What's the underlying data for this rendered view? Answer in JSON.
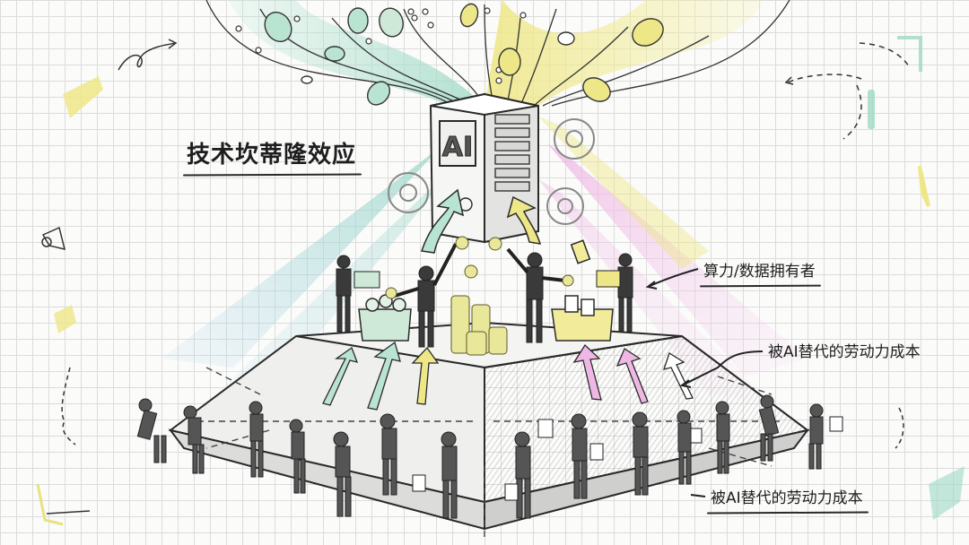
{
  "illustration": {
    "title": "技术坎蒂隆效应",
    "labels": {
      "compute_data_owners": "算力/数据拥有者",
      "replaced_labor_cost_1": "被AI替代的劳动力成本",
      "replaced_labor_cost_2": "被AI替代的劳动力成本"
    },
    "server_text": "AI",
    "colors": {
      "grid": "#dcdcdc",
      "paper": "#fbfbfa",
      "ink": "#2a2a2a",
      "teal": "#9fd9c6",
      "green": "#c9e89a",
      "yellow": "#eee787",
      "pink": "#efb8e4",
      "blue": "#a9d4ea",
      "coin": "#e9e79a"
    }
  }
}
